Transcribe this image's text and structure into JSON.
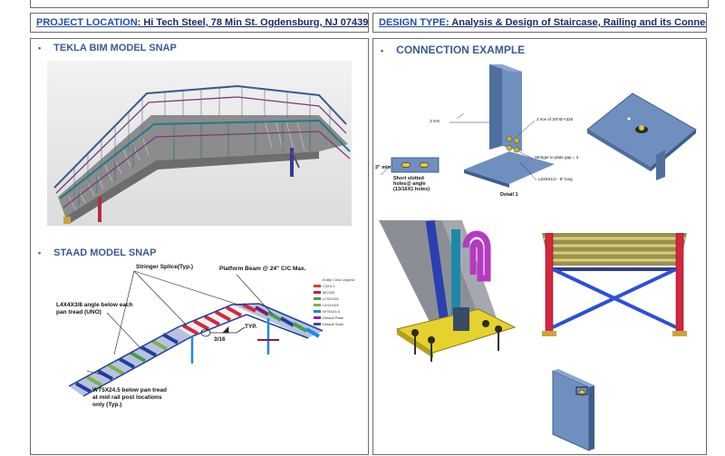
{
  "header": {
    "location_label": "PROJECT LOCATION",
    "location_value": ": Hi Tech Steel, 78 Min St. Ogdensburg, NJ 07439.",
    "design_label": "DESIGN TYPE",
    "design_value": ": Analysis & Design of Staircase, Railing and its Connection"
  },
  "left_panel": {
    "tekla_title": "TEKLA BIM MODEL SNAP",
    "staad_title": "STAAD MODEL SNAP",
    "staad_notes": {
      "stringer_splice": "Stringer Splice(Typ.)",
      "platform_beam": "Platform Beam @ 24\" C/C Max.",
      "angle_line1": "L4X4X3/8 angle below each",
      "angle_line2": "pan tread (UNO)",
      "wt_line1": "WT5X24.5 below  pan tread",
      "wt_line2": "at mid rail post locations",
      "wt_line3": "only (Typ.)",
      "weld_size": "3/16",
      "weld_typ": "TYP."
    },
    "legend": [
      {
        "label": "Entity Color Legend",
        "color": "#ffffff"
      },
      {
        "label": "C3X4.1",
        "color": "#e53935"
      },
      {
        "label": "MC3X9",
        "color": "#c2185b"
      },
      {
        "label": "L2X2X3/8",
        "color": "#43a047"
      },
      {
        "label": "L4X4X3/8",
        "color": "#7cb342"
      },
      {
        "label": "WT5X24.5",
        "color": "#1e88e5"
      },
      {
        "label": "Default Plate",
        "color": "#8e24aa"
      },
      {
        "label": "Default Solid",
        "color": "#3949ab"
      }
    ]
  },
  "right_panel": {
    "connection_title": "CONNECTION EXAMPLE",
    "slot_label_line1": "Short slotted",
    "slot_label_line2": "holes@ angle",
    "slot_label_line3": "(13/16X1 holes)",
    "slot_min": "3\" min",
    "detail_label": "Detail 1",
    "callout_1": "2 nos of 3/4\"Ø A325",
    "callout_2": "Stringer to plate gap = 3",
    "callout_3": "L6X6X1/2 - 8\" long",
    "weld_note": "3 mm"
  },
  "colors": {
    "header_label": "#1f4fa8",
    "header_value": "#1a2b6b",
    "section_title": "#3a5a95",
    "border": "#6b6b6b"
  }
}
